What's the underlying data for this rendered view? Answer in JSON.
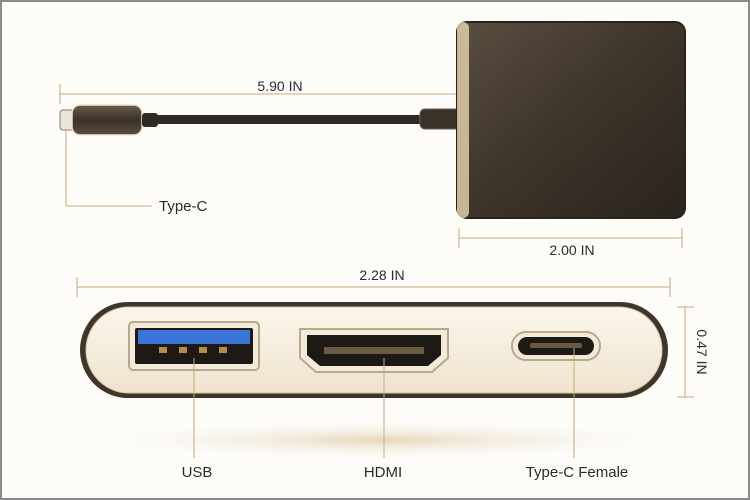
{
  "dimensions": {
    "cable_length": "5.90 IN",
    "hub_depth": "2.00 IN",
    "hub_width": "2.28 IN",
    "hub_height": "0.47 IN"
  },
  "callouts": {
    "cable_connector": "Type-C",
    "port_1": "USB",
    "port_2": "HDMI",
    "port_3": "Type-C Female"
  },
  "colors": {
    "hub_body": "#4a3f33",
    "cable": "#2e2a24",
    "usb_tongue": "#3a74d6",
    "dimension_line": "#b89a6a",
    "leader_line": "#c8a87a",
    "face_bg": "#f7efe2"
  }
}
